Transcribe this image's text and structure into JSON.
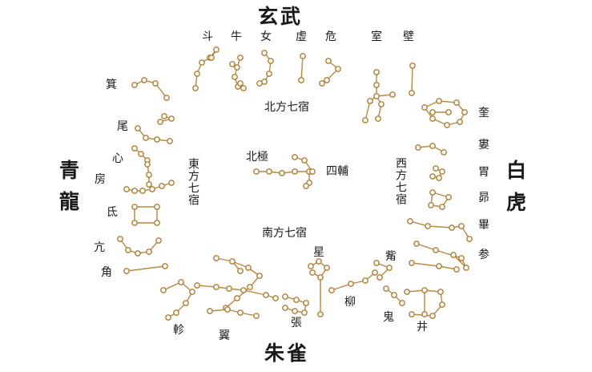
{
  "guardians": {
    "north": "玄武",
    "east_top": "青",
    "east_bottom": "龍",
    "west_top": "白",
    "west_bottom": "虎",
    "south": "朱雀"
  },
  "regions": {
    "north": "北方七宿",
    "south": "南方七宿",
    "east": "東方七宿",
    "west": "西方七宿"
  },
  "center": {
    "polaris": "北極",
    "sifu": "四輔"
  },
  "mansions": {
    "north": [
      "斗",
      "牛",
      "女",
      "虛",
      "危",
      "室",
      "壁"
    ],
    "east": [
      "箕",
      "尾",
      "心",
      "房",
      "氐",
      "亢",
      "角"
    ],
    "west": [
      "奎",
      "婁",
      "胃",
      "昴",
      "畢",
      "参"
    ],
    "south": [
      "井",
      "鬼",
      "柳",
      "星",
      "張",
      "翼",
      "軫"
    ],
    "south_extra": "觜"
  },
  "colors": {
    "star_fill": "#ffffff",
    "star_stroke": "#b07d32",
    "line": "#b8893f",
    "text": "#1a1a1a"
  }
}
